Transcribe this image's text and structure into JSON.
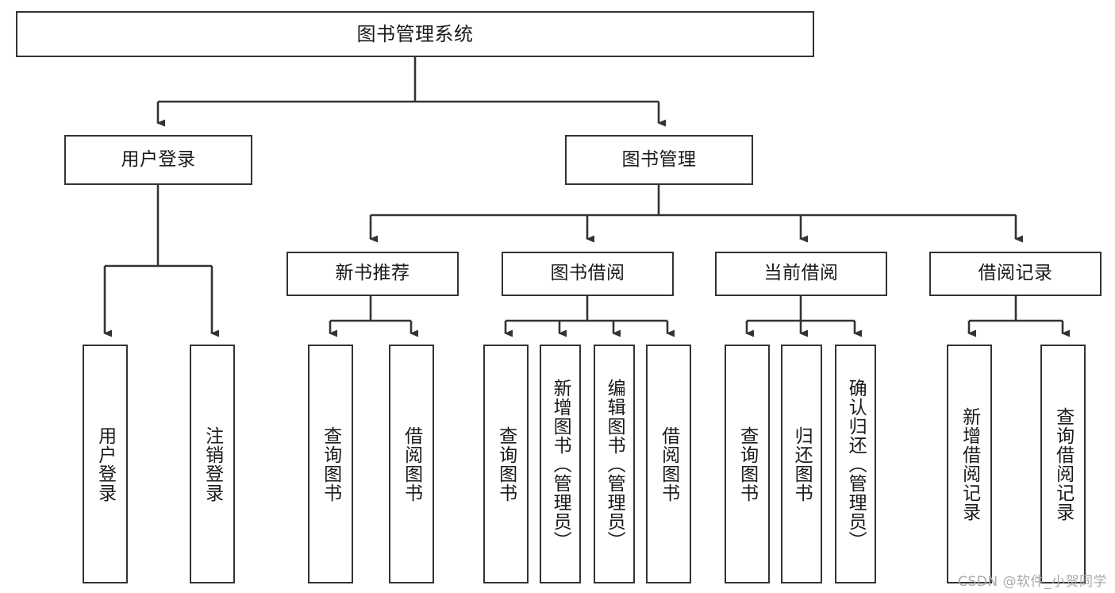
{
  "diagram": {
    "title": "图书管理系统",
    "type": "tree-hierarchy",
    "orientation": "top-down",
    "levels": 4,
    "colors": {
      "box_border": "#333333",
      "box_fill": "#ffffff",
      "connector": "#333333",
      "text": "#1a1a1a",
      "watermark": "#a9a9a9",
      "background": "#ffffff"
    },
    "root": {
      "label": "图书管理系统",
      "orientation": "horizontal"
    },
    "level2": [
      {
        "id": "user-login",
        "label": "用户登录",
        "orientation": "horizontal"
      },
      {
        "id": "book-management",
        "label": "图书管理",
        "orientation": "horizontal"
      }
    ],
    "level3": [
      {
        "id": "new-book-recommend",
        "label": "新书推荐",
        "orientation": "horizontal",
        "parent": "book-management"
      },
      {
        "id": "book-borrow",
        "label": "图书借阅",
        "orientation": "horizontal",
        "parent": "book-management"
      },
      {
        "id": "current-borrow",
        "label": "当前借阅",
        "orientation": "horizontal",
        "parent": "book-management"
      },
      {
        "id": "borrow-record",
        "label": "借阅记录",
        "orientation": "horizontal",
        "parent": "book-management"
      }
    ],
    "leaves": [
      {
        "id": "leaf-user-login",
        "label": "用户登录",
        "orientation": "vertical",
        "parent": "user-login"
      },
      {
        "id": "leaf-logout",
        "label": "注销登录",
        "orientation": "vertical",
        "parent": "user-login"
      },
      {
        "id": "leaf-query-book-1",
        "label": "查询图书",
        "orientation": "vertical",
        "parent": "new-book-recommend"
      },
      {
        "id": "leaf-borrow-book-1",
        "label": "借阅图书",
        "orientation": "vertical",
        "parent": "new-book-recommend"
      },
      {
        "id": "leaf-query-book-2",
        "label": "查询图书",
        "orientation": "vertical",
        "parent": "book-borrow"
      },
      {
        "id": "leaf-add-book",
        "label": "新增图书（管理员）",
        "orientation": "vertical",
        "parent": "book-borrow"
      },
      {
        "id": "leaf-edit-book",
        "label": "编辑图书（管理员）",
        "orientation": "vertical",
        "parent": "book-borrow"
      },
      {
        "id": "leaf-borrow-book-2",
        "label": "借阅图书",
        "orientation": "vertical",
        "parent": "book-borrow"
      },
      {
        "id": "leaf-query-book-3",
        "label": "查询图书",
        "orientation": "vertical",
        "parent": "current-borrow"
      },
      {
        "id": "leaf-return-book",
        "label": "归还图书",
        "orientation": "vertical",
        "parent": "current-borrow"
      },
      {
        "id": "leaf-confirm-return",
        "label": "确认归还（管理员）",
        "orientation": "vertical",
        "parent": "current-borrow"
      },
      {
        "id": "leaf-add-record",
        "label": "新增借阅记录",
        "orientation": "vertical",
        "parent": "borrow-record"
      },
      {
        "id": "leaf-query-record",
        "label": "查询借阅记录",
        "orientation": "vertical",
        "parent": "borrow-record"
      }
    ],
    "watermark": "CSDN @软件_小贺同学"
  }
}
